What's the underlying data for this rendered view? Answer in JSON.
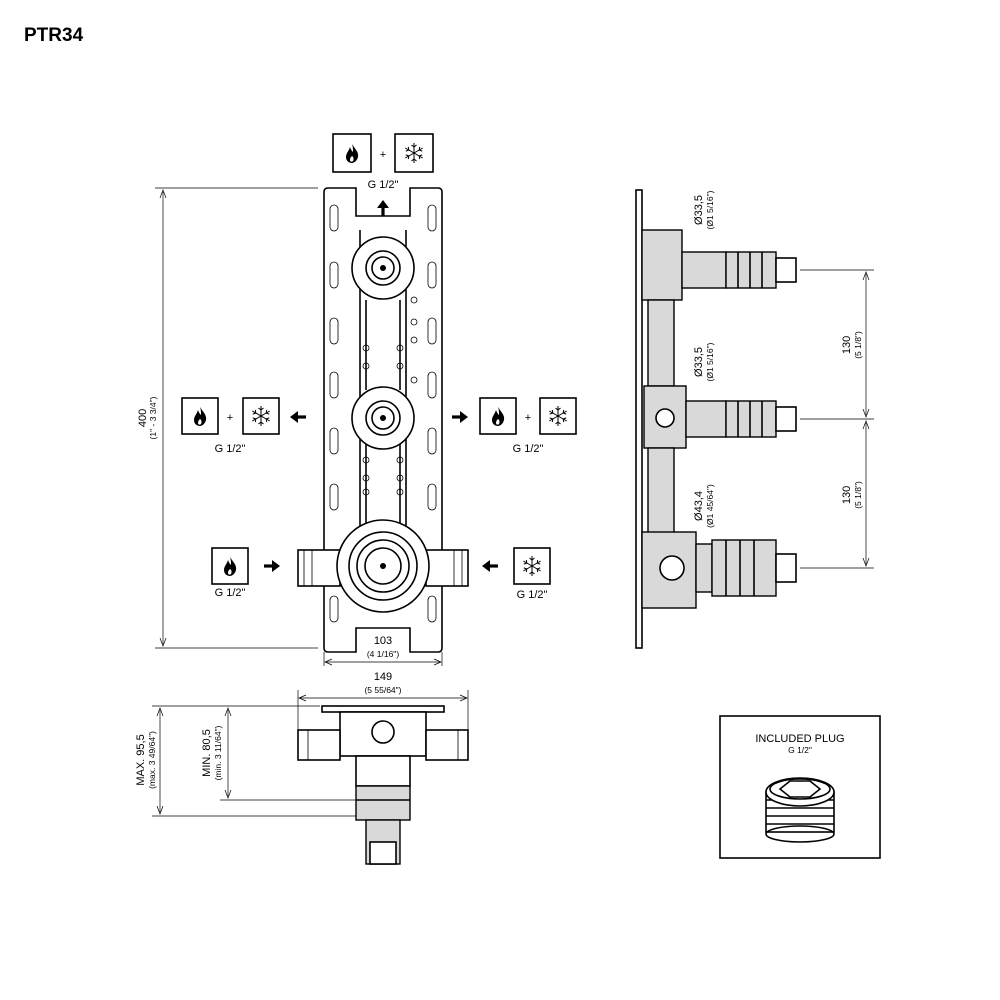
{
  "title": "PTR34",
  "front_view": {
    "top_port": "G 1/2\"",
    "left_port": "G 1/2\"",
    "right_port": "G 1/2\"",
    "hot_inlet": "G 1/2\"",
    "cold_inlet": "G 1/2\"",
    "plus": "+",
    "height_mm": "400",
    "height_in": "(1\" - 3 3/4\")",
    "inner_width_mm": "103",
    "inner_width_in": "(4 1/16\")"
  },
  "side_view": {
    "dia1_mm": "Ø33,5",
    "dia1_in": "(Ø1 5/16\")",
    "dia2_mm": "Ø33,5",
    "dia2_in": "(Ø1 5/16\")",
    "dia3_mm": "Ø43,4",
    "dia3_in": "(Ø1 45/64\")",
    "spacing1_mm": "130",
    "spacing1_in": "(5 1/8\")",
    "spacing2_mm": "130",
    "spacing2_in": "(5 1/8\")"
  },
  "bottom_view": {
    "width_mm": "149",
    "width_in": "(5 55/64\")",
    "max_depth_mm": "MAX. 95,5",
    "max_depth_in": "(max. 3 49/64\")",
    "min_depth_mm": "MIN. 80,5",
    "min_depth_in": "(min. 3 11/64\")"
  },
  "plug_box": {
    "title": "INCLUDED PLUG",
    "thread": "G 1/2\""
  },
  "icons": {
    "hot": "flame-icon",
    "cold": "snowflake-icon",
    "arrow": "arrow-icon"
  },
  "colors": {
    "line": "#000000",
    "fill_gray": "#d9d9d9"
  }
}
